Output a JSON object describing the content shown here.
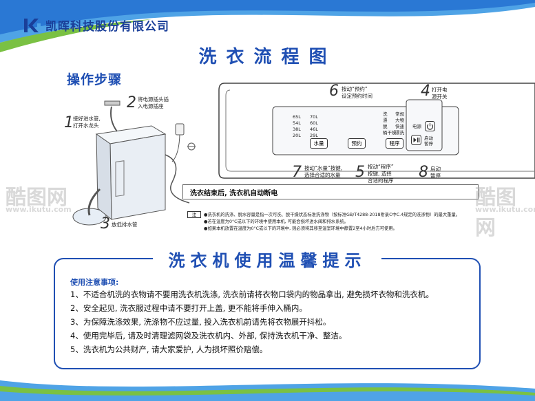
{
  "company": {
    "name": "凯晖科技股份有限公司"
  },
  "title": "洗衣流程图",
  "steps_heading": "操作步骤",
  "steps": [
    {
      "num": "1",
      "text1": "接好进水管,",
      "text2": "打开水龙头"
    },
    {
      "num": "2",
      "text1": "将电源插头插",
      "text2": "入电源插座"
    },
    {
      "num": "3",
      "text1": "放低排水管",
      "text2": ""
    },
    {
      "num": "4",
      "text1": "打开电",
      "text2": "源开关"
    },
    {
      "num": "5",
      "text1": "按动“程序”",
      "text2": "按键, 选择",
      "text3": "合适的程序"
    },
    {
      "num": "6",
      "text1": "按动“预约”",
      "text2": "设定预约时间"
    },
    {
      "num": "7",
      "text1": "按动“水量”按键,",
      "text2": "选择合适的水量"
    },
    {
      "num": "8",
      "text1": "启动",
      "text2": "暂停"
    }
  ],
  "panel": {
    "water_button": "水量",
    "reserve_button": "预约",
    "program_button": "程序",
    "power_label": "电源",
    "start_label1": "启动",
    "start_label2": "暂停",
    "levels_left": [
      "65L",
      "54L",
      "38L",
      "20L"
    ],
    "levels_right": [
      "70L",
      "60L",
      "46L",
      "29L"
    ],
    "program_col1": [
      "洗",
      "漂",
      "脱",
      "桶干燥"
    ],
    "program_col2": [
      "常规",
      "大物",
      "快速",
      "漂洗"
    ]
  },
  "end_message": "洗衣结束后, 洗衣机自动断电",
  "note": {
    "tag": "注",
    "lines": [
      "●洗衣机的洗涤、脱水容量是指一次可洗、脱干燥状态标准洗涤物（按标准GB/T4288-2018附录C中C.4规定的洗涤物）的最大重量。",
      "●若在温度为0°C或以下的环境中使用本机, 可能会损坏进水阀和排水系统。",
      "●如果本机放置在温度为0°C或以下的环境中, 则必须将其移至温室环境中静置2至4小时后方可使用。"
    ]
  },
  "tips": {
    "title": "洗衣机使用温馨提示",
    "subtitle": "使用注意事项:",
    "items": [
      "1、不适合机洗的衣物请不要用洗衣机洗涤, 洗衣前请将衣物口袋内的物品拿出, 避免损坏衣物和洗衣机。",
      "2、安全起见, 洗衣服过程中请不要打开上盖, 更不能将手伸入桶内。",
      "3、为保障洗涤效果, 洗涤物不应过量, 投入洗衣机前请先将衣物展开抖松。",
      "4、使用完毕后, 请及时清理滤网袋及洗衣机内、外部, 保持洗衣机干净、整洁。",
      "5、洗衣机为公共财产, 请大家爱护, 人为损坏照价赔偿。"
    ]
  },
  "watermarks": [
    "酷图网",
    "www.ikutu.com"
  ],
  "colors": {
    "primary": "#1f4fb3",
    "green": "#7ac143",
    "sky": "#4fa3e6"
  }
}
